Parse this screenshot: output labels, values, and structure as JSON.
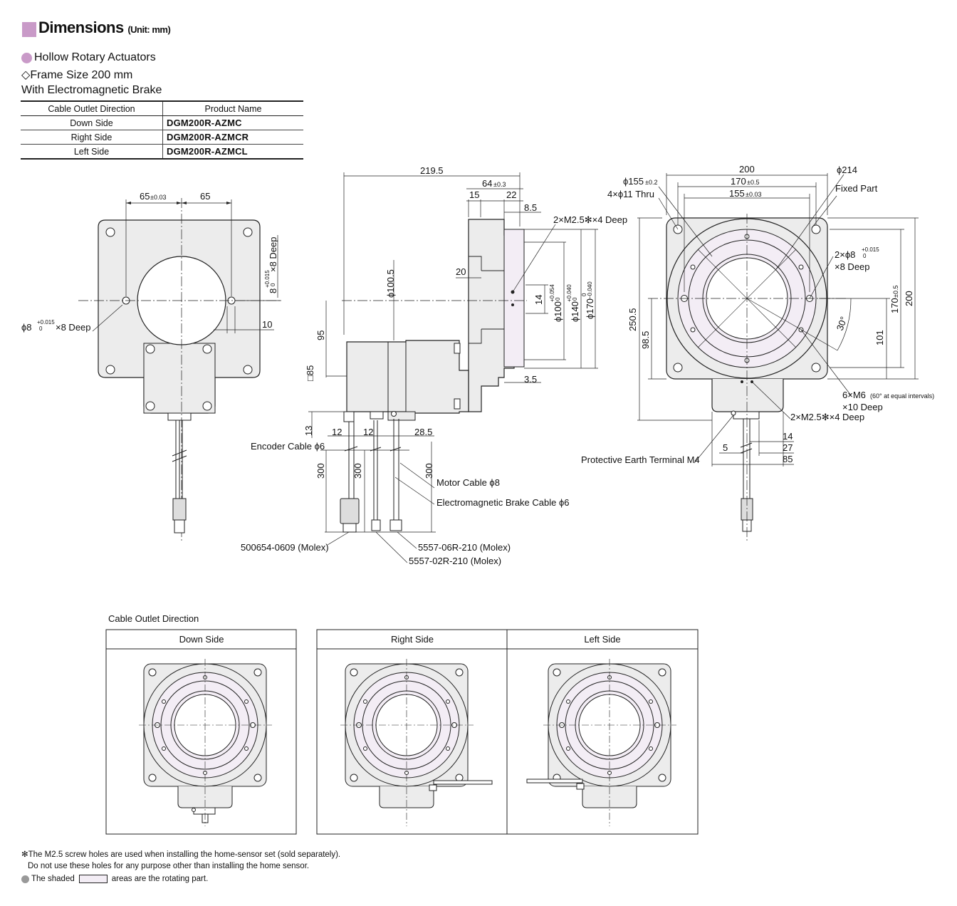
{
  "header": {
    "title": "Dimensions",
    "unit": "(Unit: mm)",
    "product_family": "Hollow Rotary Actuators",
    "frame_size": "Frame Size 200 mm",
    "variant": "With Electromagnetic Brake"
  },
  "table": {
    "col_direction": "Cable Outlet Direction",
    "col_product": "Product Name",
    "rows": [
      {
        "direction": "Down Side",
        "product": "DGM200R-AZMC"
      },
      {
        "direction": "Right Side",
        "product": "DGM200R-AZMCR"
      },
      {
        "direction": "Left Side",
        "product": "DGM200R-AZMCL"
      }
    ]
  },
  "rear_view": {
    "dim_left": "65",
    "dim_left_tol": "±0.03",
    "dim_right": "65",
    "dim_10": "10",
    "hole_left": "ϕ8",
    "hole_left_tol_upper": "+0.015",
    "hole_left_tol_lower": "0",
    "hole_left_depth": "×8 Deep",
    "hole_right": "8",
    "hole_right_tol_upper": "+0.015",
    "hole_right_tol_lower": "0",
    "hole_right_depth": "×8 Deep"
  },
  "side_view": {
    "dim_total": "219.5",
    "dim_64": "64",
    "dim_64_tol": "±0.3",
    "dim_15": "15",
    "dim_22": "22",
    "dim_8_5": "8.5",
    "dim_20": "20",
    "dim_100_5": "ϕ100.5",
    "dim_95": "95",
    "dim_85": "□85",
    "dim_13": "13",
    "dim_12a": "12",
    "dim_12b": "12",
    "dim_28_5": "28.5",
    "dim_14": "14",
    "dim_3_5": "3.5",
    "phi100": "ϕ100",
    "phi100_tol_upper": "+0.054",
    "phi100_tol_lower": "0",
    "phi140": "ϕ140",
    "phi140_tol_upper": "+0.040",
    "phi140_tol_lower": "0",
    "phi170": "ϕ170",
    "phi170_tol_upper": "0",
    "phi170_tol_lower": "−0.040",
    "screw": "2×M2.5✻×4 Deep",
    "len_a": "300",
    "len_b": "300",
    "len_c": "300",
    "encoder_cable": "Encoder Cable ϕ6",
    "motor_cable": "Motor Cable ϕ8",
    "brake_cable": "Electromagnetic Brake Cable ϕ6",
    "conn_encoder": "500654-0609 (Molex)",
    "conn_motor": "5557-06R-210 (Molex)",
    "conn_brake": "5557-02R-210 (Molex)"
  },
  "front_view": {
    "dim_200_top": "200",
    "dim_phi214": "ϕ214",
    "dim_phi155": "ϕ155",
    "dim_phi155_tol": "±0.2",
    "dim_170": "170",
    "dim_170_tol": "±0.5",
    "holes_thru": "4×ϕ11 Thru",
    "dim_155": "155",
    "dim_155_tol": "±0.03",
    "fixed_part": "Fixed Part",
    "pin_holes": "2×ϕ8",
    "pin_tol_upper": "+0.015",
    "pin_tol_lower": "0",
    "pin_depth": "×8 Deep",
    "dim_250_5": "250.5",
    "dim_98_5": "98.5",
    "dim_170v": "170",
    "dim_170v_tol": "±0.5",
    "dim_200v": "200",
    "dim_101": "101",
    "angle": "30°",
    "m6": "6×M6",
    "m6_note": "(60° at equal intervals)",
    "m6_depth": "×10 Deep",
    "m25": "2×M2.5✻×4 Deep",
    "earth": "Protective Earth Terminal M4",
    "dim_5": "5",
    "dim_14": "14",
    "dim_27": "27",
    "dim_85": "85"
  },
  "cable_outlet": {
    "caption": "Cable Outlet Direction",
    "down": "Down Side",
    "right": "Right Side",
    "left": "Left Side"
  },
  "footnotes": {
    "note1": "✻The M2.5 screw holes are used when installing the home-sensor set (sold separately).",
    "note2": "Do not use these holes for any purpose other than installing the home sensor.",
    "shaded_pre": "The shaded",
    "shaded_post": "areas are the rotating part."
  },
  "colors": {
    "accent": "#c99ac8",
    "fill_gray": "#ececec",
    "fill_rotating": "#f3edf5",
    "line": "#222222"
  }
}
